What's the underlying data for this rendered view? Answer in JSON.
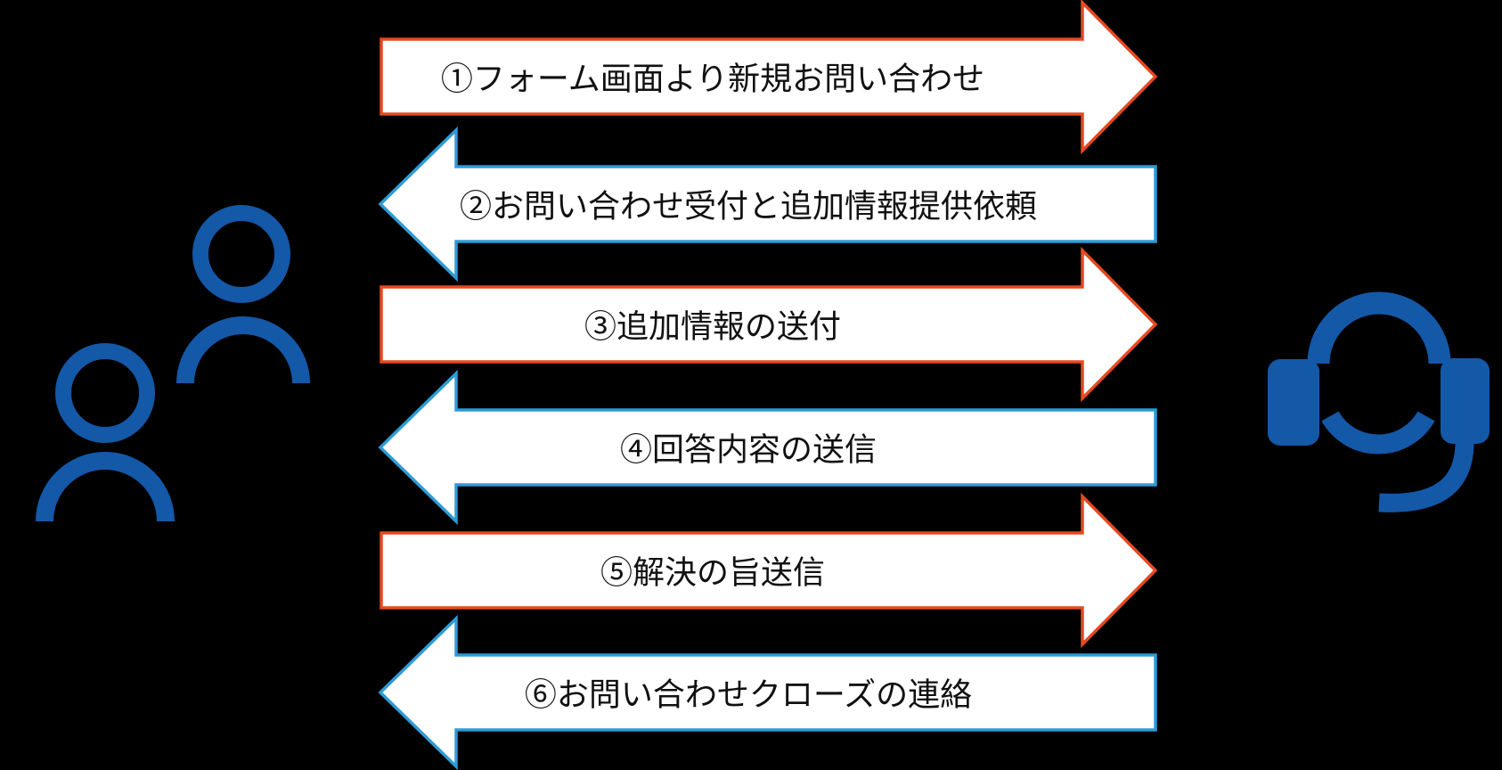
{
  "diagram": {
    "background": "#000000",
    "colors": {
      "arrow_fill": "#FFFFFF",
      "outbound_border": "#E6491F",
      "inbound_border": "#2E9BD6",
      "icon_blue": "#1458A8",
      "label_text": "#111111"
    },
    "actors": {
      "left_icon": "people-icon",
      "right_icon": "headset-operator-icon"
    },
    "arrows": [
      {
        "step": 1,
        "direction": "right",
        "label": "①フォーム画面より新規お問い合わせ"
      },
      {
        "step": 2,
        "direction": "left",
        "label": "②お問い合わせ受付と追加情報提供依頼"
      },
      {
        "step": 3,
        "direction": "right",
        "label": "③追加情報の送付"
      },
      {
        "step": 4,
        "direction": "left",
        "label": "④回答内容の送信"
      },
      {
        "step": 5,
        "direction": "right",
        "label": "⑤解決の旨送信"
      },
      {
        "step": 6,
        "direction": "left",
        "label": "⑥お問い合わせクローズの連絡"
      }
    ]
  }
}
